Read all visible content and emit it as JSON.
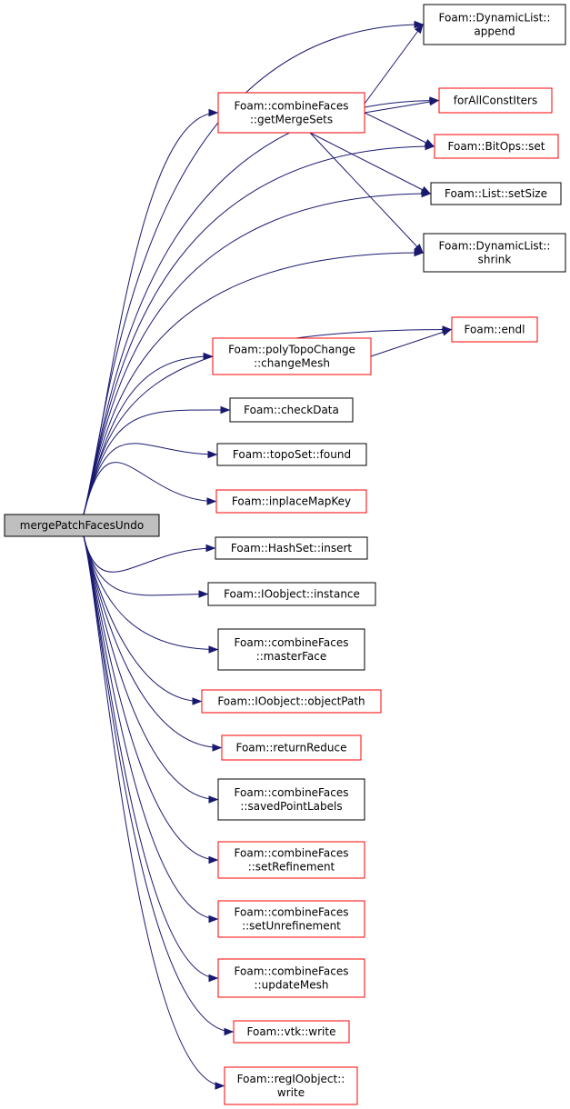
{
  "colors": {
    "edge": "#191970",
    "border_plain": "#000000",
    "border_truncated": "#ff0000",
    "root_fill": "#bfbfbf",
    "node_fill": "#ffffff"
  },
  "root": {
    "id": "root",
    "lines": [
      "mergePatchFacesUndo"
    ]
  },
  "nodes": [
    {
      "id": "dl_append",
      "lines": [
        "Foam::DynamicList::",
        "append"
      ],
      "truncated": false
    },
    {
      "id": "getMergeSets",
      "lines": [
        "Foam::combineFaces",
        "::getMergeSets"
      ],
      "truncated": true
    },
    {
      "id": "forAllConstIters",
      "lines": [
        "forAllConstIters"
      ],
      "truncated": true
    },
    {
      "id": "bitops_set",
      "lines": [
        "Foam::BitOps::set"
      ],
      "truncated": true
    },
    {
      "id": "list_setSize",
      "lines": [
        "Foam::List::setSize"
      ],
      "truncated": false
    },
    {
      "id": "dl_shrink",
      "lines": [
        "Foam::DynamicList::",
        "shrink"
      ],
      "truncated": false
    },
    {
      "id": "endl",
      "lines": [
        "Foam::endl"
      ],
      "truncated": true
    },
    {
      "id": "changeMesh",
      "lines": [
        "Foam::polyTopoChange",
        "::changeMesh"
      ],
      "truncated": true
    },
    {
      "id": "checkData",
      "lines": [
        "Foam::checkData"
      ],
      "truncated": false
    },
    {
      "id": "found",
      "lines": [
        "Foam::topoSet::found"
      ],
      "truncated": false
    },
    {
      "id": "inplaceMapKey",
      "lines": [
        "Foam::inplaceMapKey"
      ],
      "truncated": true
    },
    {
      "id": "insert",
      "lines": [
        "Foam::HashSet::insert"
      ],
      "truncated": false
    },
    {
      "id": "instance",
      "lines": [
        "Foam::IOobject::instance"
      ],
      "truncated": false
    },
    {
      "id": "masterFace",
      "lines": [
        "Foam::combineFaces",
        "::masterFace"
      ],
      "truncated": false
    },
    {
      "id": "objectPath",
      "lines": [
        "Foam::IOobject::objectPath"
      ],
      "truncated": true
    },
    {
      "id": "returnReduce",
      "lines": [
        "Foam::returnReduce"
      ],
      "truncated": true
    },
    {
      "id": "savedPointLabels",
      "lines": [
        "Foam::combineFaces",
        "::savedPointLabels"
      ],
      "truncated": false
    },
    {
      "id": "setRefinement",
      "lines": [
        "Foam::combineFaces",
        "::setRefinement"
      ],
      "truncated": true
    },
    {
      "id": "setUnrefinement",
      "lines": [
        "Foam::combineFaces",
        "::setUnrefinement"
      ],
      "truncated": true
    },
    {
      "id": "updateMesh",
      "lines": [
        "Foam::combineFaces",
        "::updateMesh"
      ],
      "truncated": true
    },
    {
      "id": "vtk_write",
      "lines": [
        "Foam::vtk::write"
      ],
      "truncated": true
    },
    {
      "id": "regio_write",
      "lines": [
        "Foam::regIOobject::",
        "write"
      ],
      "truncated": true
    }
  ],
  "edges": [
    [
      "root",
      "dl_append"
    ],
    [
      "root",
      "getMergeSets"
    ],
    [
      "root",
      "forAllConstIters"
    ],
    [
      "root",
      "bitops_set"
    ],
    [
      "root",
      "list_setSize"
    ],
    [
      "root",
      "dl_shrink"
    ],
    [
      "root",
      "endl"
    ],
    [
      "root",
      "changeMesh"
    ],
    [
      "root",
      "checkData"
    ],
    [
      "root",
      "found"
    ],
    [
      "root",
      "inplaceMapKey"
    ],
    [
      "root",
      "insert"
    ],
    [
      "root",
      "instance"
    ],
    [
      "root",
      "masterFace"
    ],
    [
      "root",
      "objectPath"
    ],
    [
      "root",
      "returnReduce"
    ],
    [
      "root",
      "savedPointLabels"
    ],
    [
      "root",
      "setRefinement"
    ],
    [
      "root",
      "setUnrefinement"
    ],
    [
      "root",
      "updateMesh"
    ],
    [
      "root",
      "vtk_write"
    ],
    [
      "root",
      "regio_write"
    ],
    [
      "getMergeSets",
      "dl_append"
    ],
    [
      "getMergeSets",
      "forAllConstIters"
    ],
    [
      "getMergeSets",
      "bitops_set"
    ],
    [
      "getMergeSets",
      "list_setSize"
    ],
    [
      "getMergeSets",
      "dl_shrink"
    ],
    [
      "changeMesh",
      "endl"
    ]
  ]
}
